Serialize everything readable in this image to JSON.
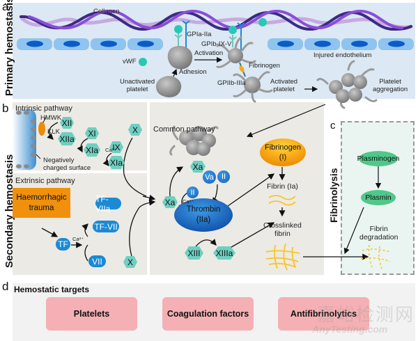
{
  "panels": {
    "a": {
      "letter": "a",
      "side_title": "Primary hemostasis",
      "labels": {
        "collagen": "Collagen",
        "gpla_lla": "GPIa-IIa",
        "gplb_ix_v": "GPIb-IX-V",
        "activation": "Activation",
        "vwf": "vWF",
        "adhesion": "Adhesion",
        "fibrinogen": "Fibrinogen",
        "gpllb_llla": "GPIIb-IIIa",
        "unactivated_platelet": "Unactivated\nplatelet",
        "activated_platelet": "Activated\nplatelet",
        "injured_endothelium": "Injured endothelium",
        "platelet_aggregation": "Platelet\naggregation"
      }
    },
    "b": {
      "letter": "b",
      "side_title": "Secondary hemostasis",
      "intrinsic": {
        "title": "Intrinsic pathway",
        "hmwk": "HMWK",
        "klk": "KLK",
        "surface": "Negatively\ncharged surface",
        "factors": [
          "XII",
          "XIIa",
          "XI",
          "XIa",
          "IX",
          "XIa",
          "X"
        ],
        "ca": "Ca²⁺"
      },
      "extrinsic": {
        "title": "Extrinsic pathway",
        "trigger": "Haemorrhagic\ntrauma",
        "tf": "TF",
        "ca": "Ca²⁺",
        "tf_viia": "TF-VIIa",
        "tf_vii": "TF-VII",
        "vii": "VII",
        "x": "X"
      },
      "common": {
        "title": "Common pathway",
        "xa_left": "Xa",
        "xa_top": "Xa",
        "va": "Va",
        "ii_top": "II",
        "ii_side": "II",
        "ca": "Ca²⁺",
        "thrombin": "Thrombin\n(IIa)",
        "fibrinogen": "Fibrinogen\n(I)",
        "fibrin": "Fibrin (Ia)",
        "crosslinked": "Crosslinked\nfibrin",
        "xiii": "XIII",
        "xiiia": "XIIIa"
      }
    },
    "c": {
      "letter": "c",
      "side_title": "Fibrinolysis",
      "plasminogen": "Plasminogen",
      "plasmin": "Plasmin",
      "degradation": "Fibrin\ndegradation"
    },
    "d": {
      "letter": "d",
      "title": "Hemostatic targets",
      "targets": [
        "Platelets",
        "Coagulation factors",
        "Antifibrinolytics"
      ]
    }
  },
  "watermark": {
    "cn": "嘉峪检测网",
    "en": "AnyTesting.com"
  },
  "colors": {
    "panel_a_bg": "#dce8f3",
    "panel_b_bg": "#eceae5",
    "panel_c_bg": "#eaf4f0",
    "hex_factor": "#6fcfc0",
    "pill_factor": "#1a8ad4",
    "trauma": "#f0900c",
    "target": "#f4b0b4",
    "plasmin": "#4fc88a",
    "fibrin": "#f7c52a"
  }
}
